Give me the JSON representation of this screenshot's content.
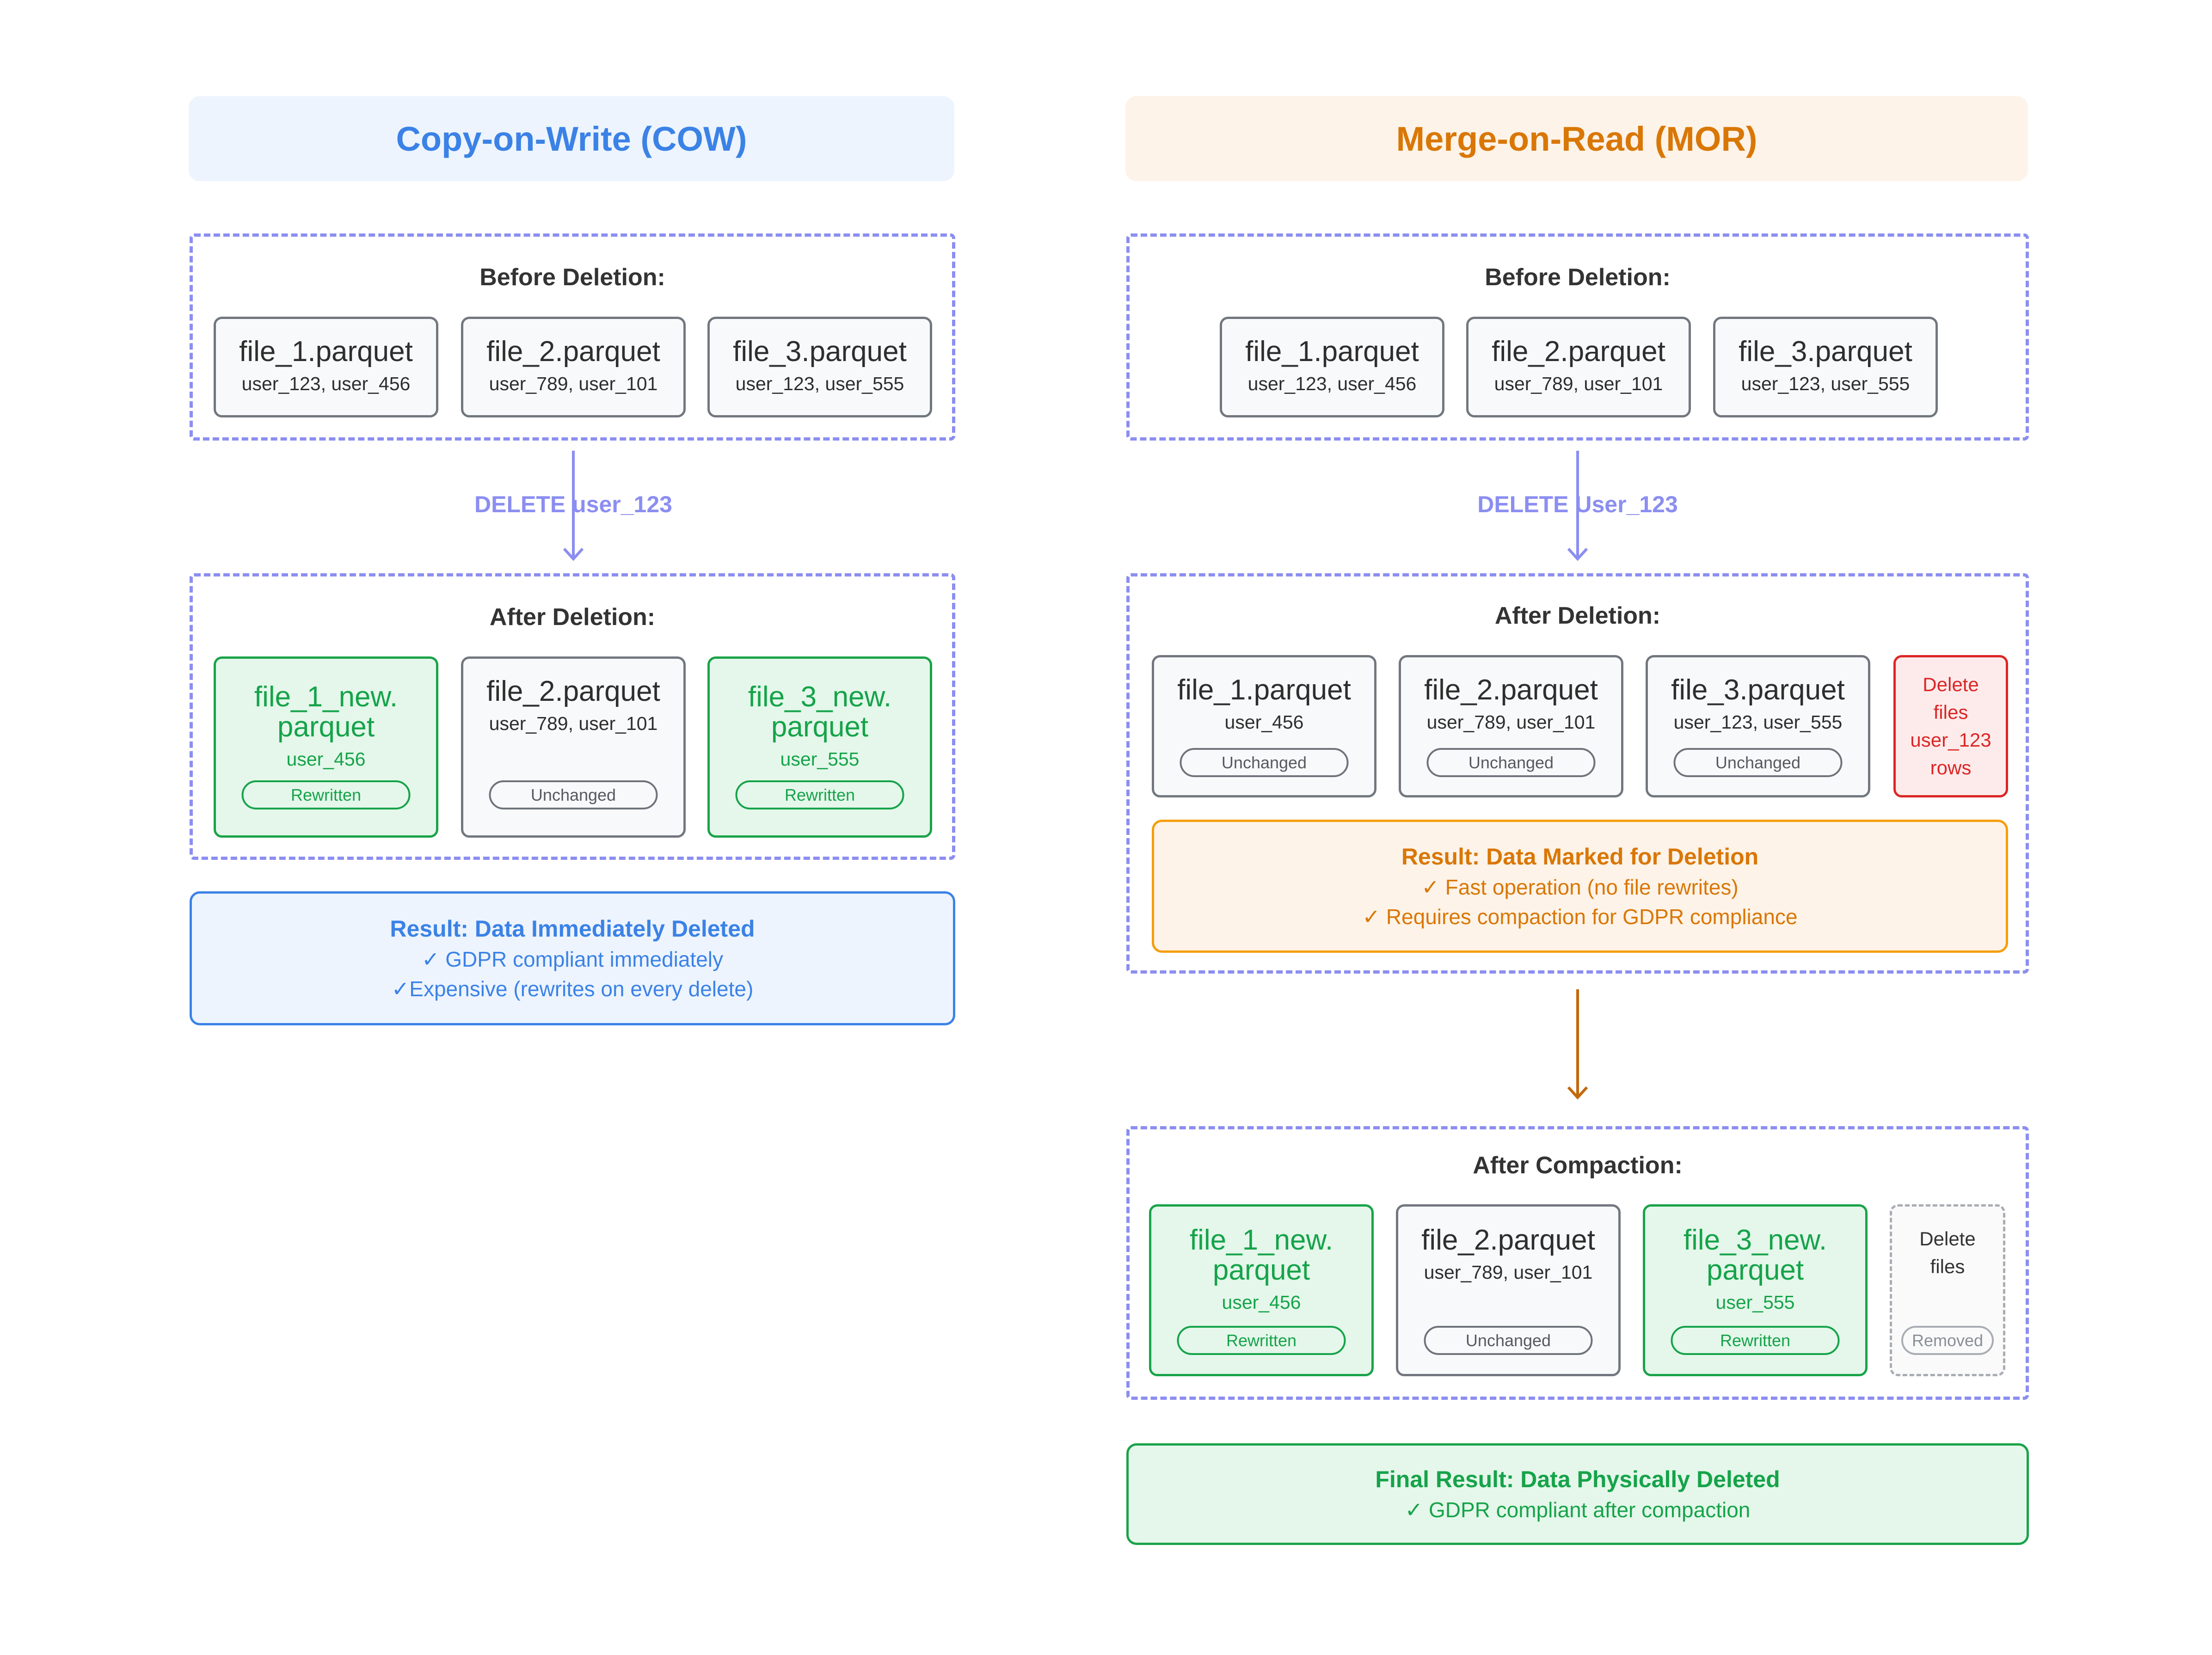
{
  "colors": {
    "cow_accent": "#3b82e6",
    "mor_accent": "#d97706",
    "dashed_border": "#8b8ef0",
    "rewritten_green": "#16a34a",
    "delete_red": "#dc2626"
  },
  "cow": {
    "title": "Copy-on-Write (COW)",
    "before": {
      "title": "Before Deletion:",
      "files": [
        {
          "name": "file_1.parquet",
          "users": "user_123, user_456"
        },
        {
          "name": "file_2.parquet",
          "users": "user_789, user_101"
        },
        {
          "name": "file_3.parquet",
          "users": "user_123, user_555"
        }
      ]
    },
    "operation": "DELETE user_123",
    "after": {
      "title": "After Deletion:",
      "files": [
        {
          "name_line1": "file_1_new.",
          "name_line2": "parquet",
          "users": "user_456",
          "status": "Rewritten"
        },
        {
          "name": "file_2.parquet",
          "users": "user_789, user_101",
          "status": "Unchanged"
        },
        {
          "name_line1": "file_3_new.",
          "name_line2": "parquet",
          "users": "user_555",
          "status": "Rewritten"
        }
      ]
    },
    "result": {
      "title": "Result: Data Immediately Deleted",
      "points": [
        "GDPR compliant immediately",
        "Expensive (rewrites on every delete)"
      ]
    }
  },
  "mor": {
    "title": "Merge-on-Read (MOR)",
    "before": {
      "title": "Before Deletion:",
      "files": [
        {
          "name": "file_1.parquet",
          "users": "user_123, user_456"
        },
        {
          "name": "file_2.parquet",
          "users": "user_789, user_101"
        },
        {
          "name": "file_3.parquet",
          "users": "user_123, user_555"
        }
      ]
    },
    "operation": "DELETE User_123",
    "after": {
      "title": "After Deletion:",
      "files": [
        {
          "name": "file_1.parquet",
          "users": "user_456",
          "status": "Unchanged"
        },
        {
          "name": "file_2.parquet",
          "users": "user_789, user_101",
          "status": "Unchanged"
        },
        {
          "name": "file_3.parquet",
          "users": "user_123, user_555",
          "status": "Unchanged"
        }
      ],
      "delete_file_lines": [
        "Delete",
        "files",
        "user_123",
        "rows"
      ],
      "result": {
        "title": "Result: Data Marked for Deletion",
        "points": [
          "Fast operation (no file rewrites)",
          "Requires compaction for GDPR compliance"
        ]
      }
    },
    "compaction": {
      "title": "After Compaction:",
      "files": [
        {
          "name_line1": "file_1_new.",
          "name_line2": "parquet",
          "users": "user_456",
          "status": "Rewritten"
        },
        {
          "name": "file_2.parquet",
          "users": "user_789, user_101",
          "status": "Unchanged"
        },
        {
          "name_line1": "file_3_new.",
          "name_line2": "parquet",
          "users": "user_555",
          "status": "Rewritten"
        }
      ],
      "delete_file_lines": [
        "Delete",
        "files"
      ],
      "delete_file_status": "Removed"
    },
    "final": {
      "title": "Final Result: Data Physically Deleted",
      "points": [
        "GDPR compliant after compaction"
      ]
    }
  }
}
